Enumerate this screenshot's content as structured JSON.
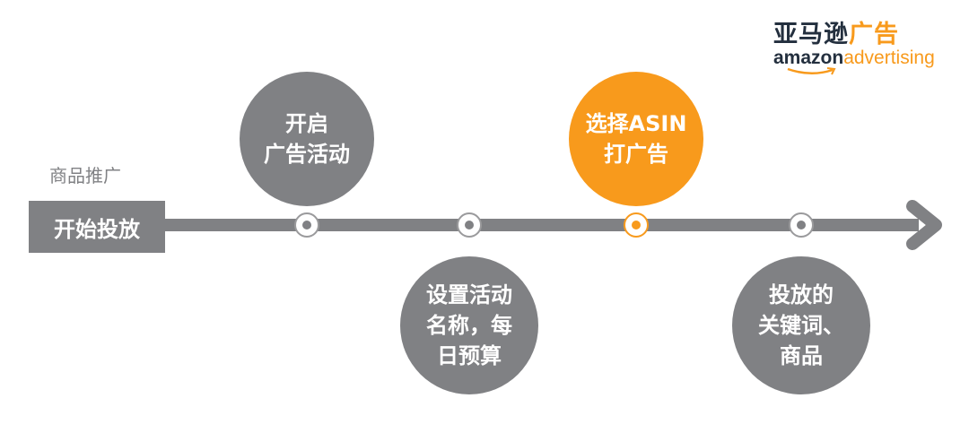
{
  "logo": {
    "cn_dark": "亚马逊",
    "cn_orange": "广告",
    "en_dark": "amazon",
    "en_orange": "advertising"
  },
  "category_label": "商品推广",
  "start_label": "开始投放",
  "steps": [
    {
      "text": "开启\n广告活动",
      "position": "top",
      "highlight": false
    },
    {
      "text": "设置活动\n名称，每\n日预算",
      "position": "bottom",
      "highlight": false
    },
    {
      "text": "选择ASIN\n打广告",
      "position": "top",
      "highlight": true
    },
    {
      "text": "投放的\n关键词、\n商品",
      "position": "bottom",
      "highlight": false
    }
  ],
  "colors": {
    "gray": "#808184",
    "orange": "#f89a1c",
    "dark": "#232f3e"
  }
}
